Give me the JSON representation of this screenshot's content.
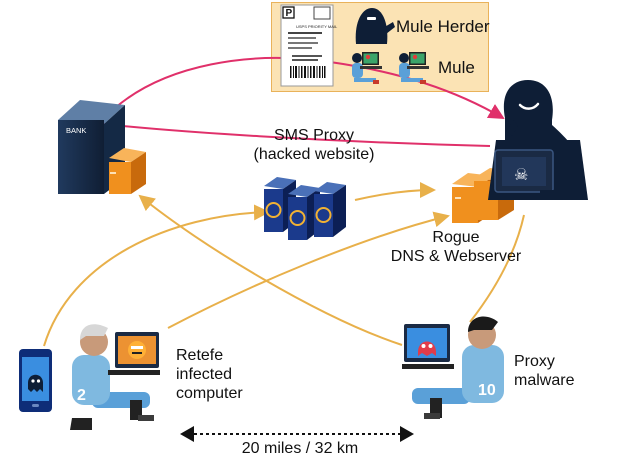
{
  "labels": {
    "mule_herder": "Mule Herder",
    "mule": "Mule",
    "sms_proxy_line1": "SMS Proxy",
    "sms_proxy_line2": "(hacked website)",
    "rogue_line1": "Rogue",
    "rogue_line2": "DNS & Webserver",
    "retefe_line1": "Retefe",
    "retefe_line2": "infected",
    "retefe_line3": "computer",
    "proxy_line1": "Proxy",
    "proxy_line2": "malware",
    "distance": "20 miles / 32 km"
  },
  "bank_sign": "BANK",
  "label_text": {
    "p": "P",
    "line1": "USPS PRIORITY MAIL"
  },
  "jersey_numbers": {
    "left": "2",
    "right": "10"
  },
  "colors": {
    "money_flow": "#e0306a",
    "data_flow": "#e8b04a",
    "legend_bg": "#fbe3b4",
    "legend_border": "#e9b25a",
    "server_orange": "#f0901e",
    "dark_navy": "#0e1e36",
    "player_blue": "#7fb9e0"
  }
}
